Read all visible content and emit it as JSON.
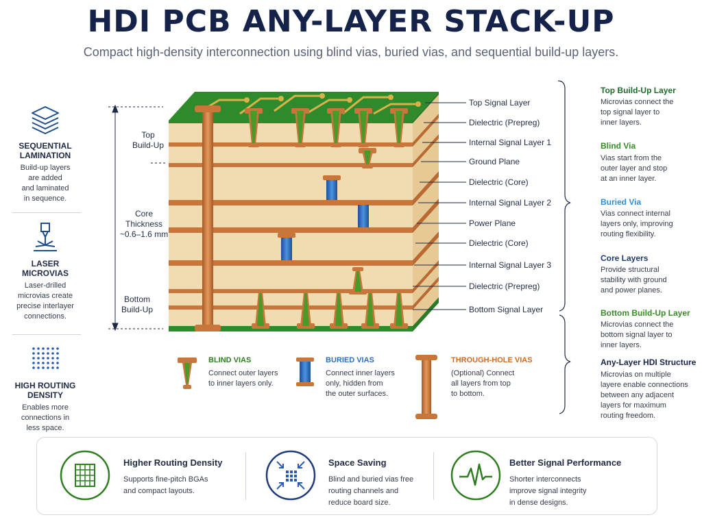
{
  "title": "HDI PCB ANY-LAYER STACK-UP",
  "subtitle": "Compact high-density interconnection using blind vias, buried vias, and sequential build-up layers.",
  "left_features": [
    {
      "title_lines": [
        "SEQUENTIAL",
        "LAMINATION"
      ],
      "text_lines": [
        "Build-up layers",
        "are added",
        "and laminated",
        "in sequence."
      ]
    },
    {
      "title_lines": [
        "LASER",
        "MICROVIAS"
      ],
      "text_lines": [
        "Laser-drilled",
        "microvias create",
        "precise interlayer",
        "connections."
      ]
    },
    {
      "title_lines": [
        "HIGH ROUTING",
        "DENSITY"
      ],
      "text_lines": [
        "Enables more",
        "connections in",
        "less space."
      ]
    }
  ],
  "side_labels": {
    "top_buildup": [
      "Top",
      "Build-Up"
    ],
    "core": [
      "Core",
      "Thickness",
      "~0.6–1.6 mm"
    ],
    "bottom_buildup": [
      "Bottom",
      "Build-Up"
    ]
  },
  "layers": [
    "Top Signal Layer",
    "Dielectric (Prepreg)",
    "Internal Signal Layer 1",
    "Ground Plane",
    "Dielectric (Core)",
    "Internal Signal Layer 2",
    "Power Plane",
    "Dielectric (Core)",
    "Internal Signal Layer 3",
    "Dielectric (Prepreg)",
    "Bottom Signal Layer"
  ],
  "legend": [
    {
      "title": "BLIND VIAS",
      "color": "#2e7d1f",
      "text_lines": [
        "Connect outer layers",
        "to inner layers only."
      ]
    },
    {
      "title": "BURIED VIAS",
      "color": "#2a6fc0",
      "text_lines": [
        "Connect inner layers",
        "only, hidden from",
        "the outer surfaces."
      ]
    },
    {
      "title": "THROUGH-HOLE VIAS",
      "color": "#d2691e",
      "text_lines": [
        "(Optional)  Connect",
        "all layers from top",
        "to bottom."
      ]
    }
  ],
  "right_items": [
    {
      "num": "1",
      "color": "#1e6b2a",
      "title": "Top Build-Up Layer",
      "title_color": "#1e6b2a",
      "text_lines": [
        "Microvias connect the",
        "top signal layer to",
        "inner layers."
      ]
    },
    {
      "num": "2",
      "color": "#3a8a2a",
      "title": "Blind Via",
      "title_color": "#3a8a2a",
      "text_lines": [
        "Vias start from the",
        "outer layer and stop",
        "at an inner layer."
      ]
    },
    {
      "num": "3",
      "color": "#2d8fd6",
      "title": "Buried Via",
      "title_color": "#2d8fd6",
      "text_lines": [
        "Vias connect internal",
        "layers only, improving",
        "routing flexibility."
      ]
    },
    {
      "num": "4",
      "color": "#1e3a78",
      "title": "Core Layers",
      "title_color": "#1e3a78",
      "text_lines": [
        "Provide structural",
        "stability with ground",
        "and power planes."
      ]
    },
    {
      "num": "5",
      "color": "#3a8a2a",
      "title": "Bottom Build-Up Layer",
      "title_color": "#3a8a2a",
      "text_lines": [
        "Microvias connect the",
        "bottom signal layer to",
        "inner layers."
      ]
    },
    {
      "num": "6",
      "color": "#15234a",
      "title": "Any-Layer HDI Structure",
      "title_color": "#15234a",
      "text_lines": [
        "Microvias on multiple",
        "layere enable connections",
        "between any adjacent",
        "layers for maximum",
        "routing freedom."
      ]
    }
  ],
  "footer": [
    {
      "title": "Higher Routing Density",
      "text_lines": [
        "Supports fine-pitch BGAs",
        "and compact layouts."
      ]
    },
    {
      "title": "Space Saving",
      "text_lines": [
        "Blind and buried vias free",
        "routing channels and",
        "reduce board size."
      ]
    },
    {
      "title": "Better Signal Performance",
      "text_lines": [
        "Shorter interconnects",
        "improve signal integrity",
        "in dense designs."
      ]
    }
  ],
  "colors": {
    "title": "#15234a",
    "board_green": "#2f8a2c",
    "copper": "#c8763a",
    "dielectric": "#f1dcb2",
    "buried_blue": "#2a6fc0"
  }
}
